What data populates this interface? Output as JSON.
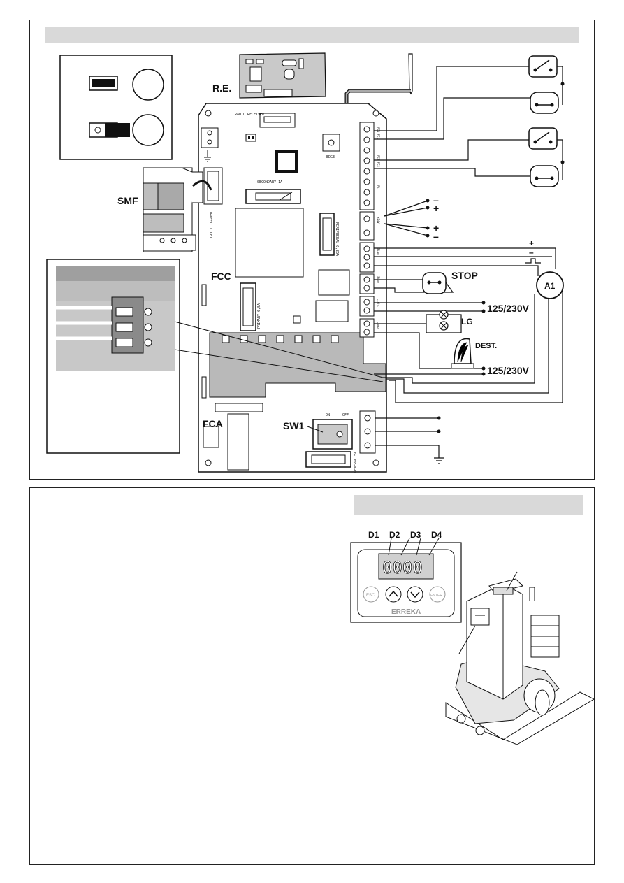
{
  "labels": {
    "receiver": "R.E.",
    "smf": "SMF",
    "fcc": "FCC",
    "fca": "FCA",
    "sw1": "SW1",
    "stop": "STOP",
    "a1": "A1",
    "lg": "LG",
    "dest": "DEST.",
    "voltage_top": "125/230V",
    "voltage_bottom": "125/230V",
    "plus": "+",
    "minus": "–"
  },
  "board_text": {
    "radio_receiver": "RADIO RECEIVER",
    "secondary_fuse": "SECONDARY 1A",
    "primary_fuse": "PRIMARY 0,5A",
    "peripheral_fuse": "PERIPHERAL 0,25A",
    "edge": "EDGE",
    "traffic_light": "TRAFFIC LIGHT",
    "general_fuse": "GENERAL 5A",
    "switch_on": "ON",
    "switch_off": "OFF",
    "terminal_labels": [
      "FC1 FC1",
      "FC2 FC2",
      "Ft",
      "+24V",
      "Sign",
      "Stop",
      "Light",
      "Lamp"
    ]
  },
  "display_panel": {
    "digit_labels": [
      "D1",
      "D2",
      "D3",
      "D4"
    ],
    "buttons": [
      "ESC",
      "^",
      "v",
      "ENTER"
    ],
    "brand": "ERREKA"
  }
}
